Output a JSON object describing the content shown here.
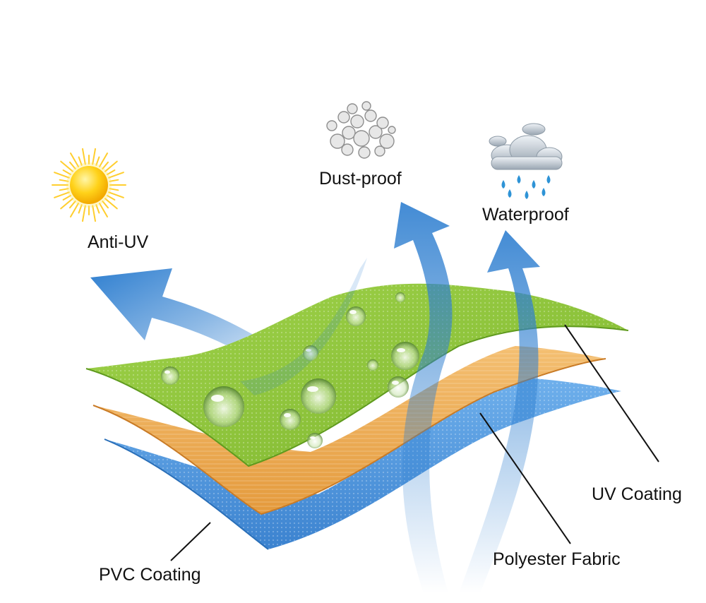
{
  "labels": {
    "anti_uv": "Anti-UV",
    "dust_proof": "Dust-proof",
    "waterproof": "Waterproof",
    "uv_coating": "UV Coating",
    "polyester_fabric": "Polyester Fabric",
    "pvc_coating": "PVC Coating"
  },
  "icons": {
    "sun": "sun-icon",
    "dust": "dust-cloud-icon",
    "rain": "rain-cloud-icon",
    "droplets": "water-droplet-icon"
  },
  "colors": {
    "uv_layer": "#8cc23a",
    "polyester_layer": "#efa954",
    "pvc_layer": "#4a90d6",
    "arrow": "#2f7fd0",
    "sun": "#ffcc00",
    "text": "#111111"
  }
}
